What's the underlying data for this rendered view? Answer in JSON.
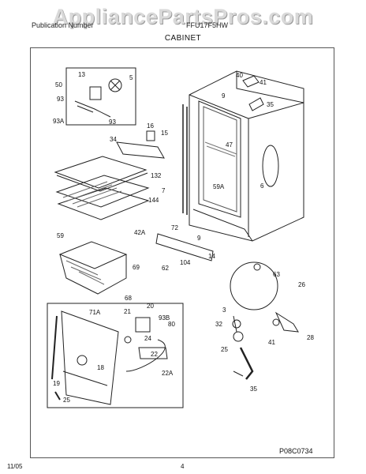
{
  "watermark": "AppliancePartsPros.com",
  "header": {
    "left": "Publication Number",
    "model": "FFU17F5HW",
    "section": "CABINET"
  },
  "callouts": {
    "c50": "50",
    "c13": "13",
    "c5": "5",
    "c93a_top": "93",
    "c93A": "93A",
    "c93b_top": "93",
    "c40": "40",
    "c41_top": "41",
    "c35_top": "35",
    "c9_top": "9",
    "c16": "16",
    "c15": "15",
    "c34": "34",
    "c47": "47",
    "c132": "132",
    "c7": "7",
    "c59A": "59A",
    "c6": "6",
    "c144": "144",
    "c42A": "42A",
    "c72": "72",
    "c9_mid": "9",
    "c59": "59",
    "c69": "69",
    "c14": "14",
    "c104": "104",
    "c62": "62",
    "c63": "63",
    "c68": "68",
    "c26": "26",
    "c71A": "71A",
    "c20": "20",
    "c21": "21",
    "c93B": "93B",
    "c80": "80",
    "c24": "24",
    "c22": "22",
    "c3": "3",
    "c32": "32",
    "c41_low": "41",
    "c28": "28",
    "c18": "18",
    "c22A": "22A",
    "c25_low": "25",
    "c19": "19",
    "c25_left": "25",
    "c35_low": "35"
  },
  "diagram_code": "P08C0734",
  "footer": {
    "date": "11/05",
    "page": "4"
  }
}
